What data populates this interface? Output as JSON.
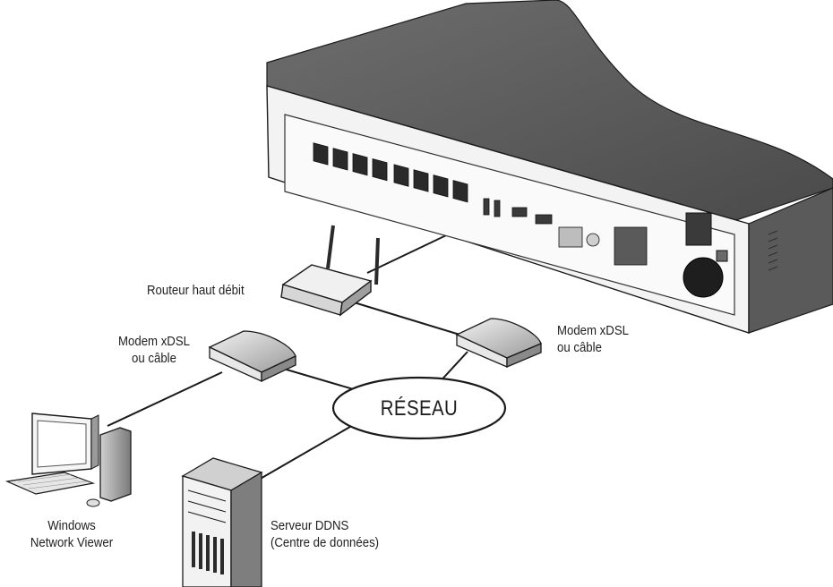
{
  "labels": {
    "router": "Routeur haut débit",
    "modem_left_line1": "Modem xDSL",
    "modem_left_line2": "ou câble",
    "modem_right_line1": "Modem xDSL",
    "modem_right_line2": "ou câble",
    "network": "RÉSEAU",
    "pc_line1": "Windows",
    "pc_line2": "Network Viewer",
    "server_line1": "Serveur DDNS",
    "server_line2": "(Centre de données)"
  }
}
